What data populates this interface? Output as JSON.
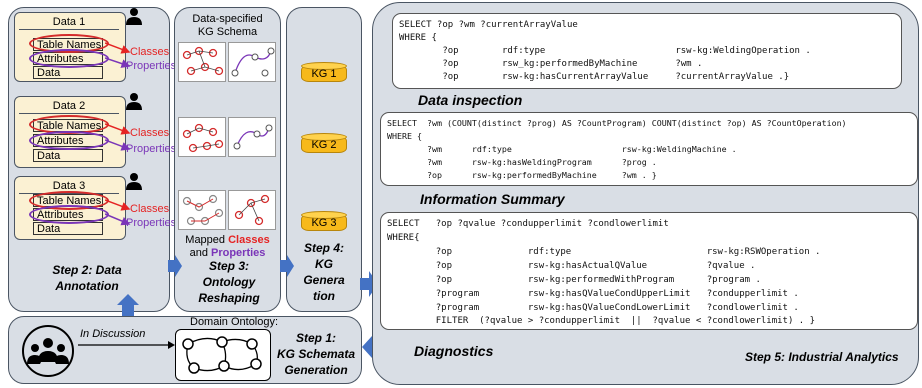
{
  "step2": {
    "scrolls": [
      {
        "title": "Data 1",
        "rows": [
          "Table Names",
          "Attributes",
          "Data"
        ]
      },
      {
        "title": "Data 2",
        "rows": [
          "Table Names",
          "Attributes",
          "Data"
        ]
      },
      {
        "title": "Data 3",
        "rows": [
          "Table Names",
          "Attributes",
          "Data"
        ]
      }
    ],
    "classes_label": "Classes",
    "properties_label": "Properties",
    "label_line1": "Step 2: Data",
    "label_line2": "Annotation"
  },
  "step3": {
    "header_line1": "Data-specified",
    "header_line2": "KG Schema",
    "mapped_prefix": "Mapped",
    "mapped_classes": "Classes",
    "and_word": "and",
    "mapped_properties": "Properties",
    "label_line1": "Step 3:",
    "label_line2": "Ontology",
    "label_line3": "Reshaping"
  },
  "step4": {
    "kgs": [
      "KG 1",
      "KG 2",
      "KG 3"
    ],
    "label_line1": "Step 4:",
    "label_line2": "KG",
    "label_line3": "Genera",
    "label_line4": "tion"
  },
  "step1": {
    "discussion": "In Discussion",
    "ontology_title": "Domain Ontology:",
    "label_line1": "Step 1:",
    "label_line2": "KG Schemata",
    "label_line3": "Generation"
  },
  "step5": {
    "label": "Step 5: Industrial Analytics",
    "sections": [
      "Data inspection",
      "Information Summary",
      "Diagnostics"
    ],
    "query1": [
      "SELECT ?op ?wm ?currentArrayValue",
      "WHERE {",
      "        ?op        rdf:type                        rsw-kg:WeldingOperation .",
      "        ?op        rsw_kg:performedByMachine       ?wm .",
      "        ?op        rsw-kg:hasCurrentArrayValue     ?currentArrayValue .}"
    ],
    "query2": [
      "SELECT  ?wm (COUNT(distinct ?prog) AS ?CountProgram) COUNT(distinct ?op) AS ?CountOperation)",
      "WHERE {",
      "        ?wm      rdf:type                      rsw-kg:WeldingMachine .",
      "        ?wm      rsw-kg:hasWeldingProgram      ?prog .",
      "        ?op      rsw-kg:performedByMachine     ?wm . }"
    ],
    "query3": [
      "SELECT   ?op ?qvalue ?condupperlimit ?condlowerlimit",
      "WHERE{",
      "         ?op              rdf:type                         rsw-kg:RSWOperation .",
      "         ?op              rsw-kg:hasActualQValue           ?qvalue .",
      "         ?op              rsw-kg:performedWithProgram      ?program .",
      "         ?program         rsw-kg:hasQValueCondUpperLimit   ?condupperlimit .",
      "         ?program         rsw-kg:hasQValueCondLowerLimit   ?condlowerlimit .",
      "         FILTER  (?qvalue > ?condupperlimit  ||  ?qvalue < ?condlowerlimit) . }"
    ]
  },
  "colors": {
    "panel": "#d9dee5",
    "arrow": "#4472c4",
    "red": "#e52323",
    "purple": "#7a35b8",
    "kg": "#f7b91b"
  }
}
